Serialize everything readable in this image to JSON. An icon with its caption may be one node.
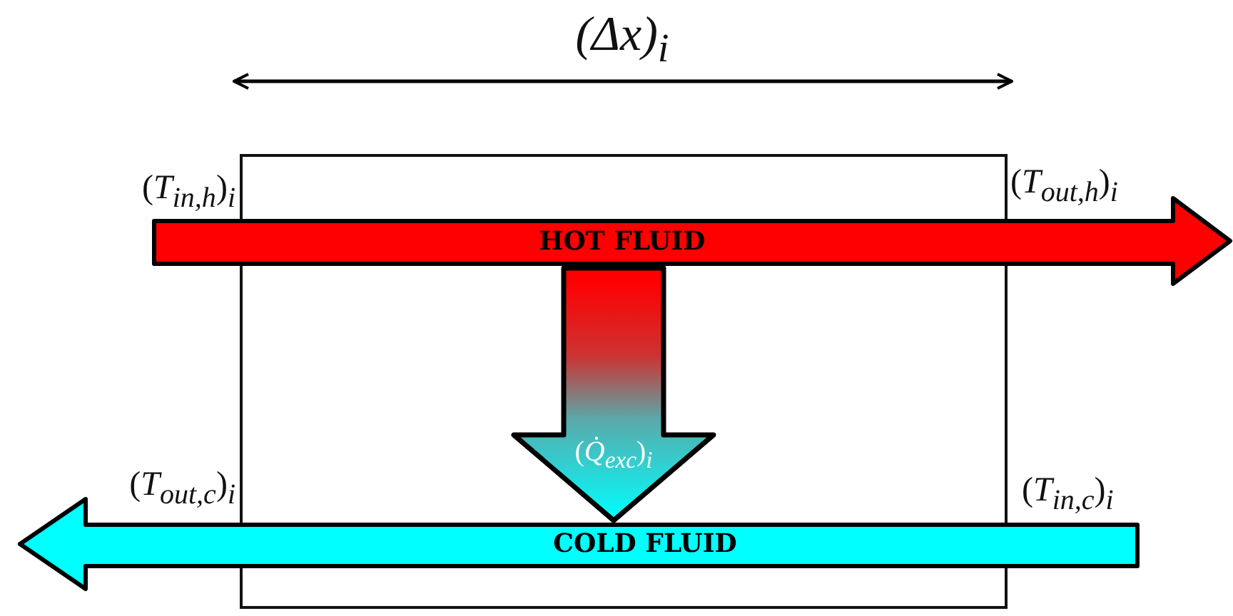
{
  "diagram": {
    "nodes": [
      {
        "text": [],
        "shape": "box"
      },
      {
        "text": [
          "HOT FLUID"
        ]
      },
      {
        "text": [
          "COLD FLUID"
        ]
      }
    ],
    "edges": [
      {
        "from": 1,
        "to": 2,
        "arrow": "to",
        "label": "(*Q̇*$_{exc}$)$_{i}$"
      }
    ],
    "labels": [
      "(Δx)$_{i}$",
      "(*T*$_{in,h}$)$_{i}$",
      "(*T*$_{out,h}$)$_{i}$",
      "(*T*$_{out,c}$)$_{i}$",
      "(*T*$_{in,c}$)$_{i}$"
    ]
  }
}
